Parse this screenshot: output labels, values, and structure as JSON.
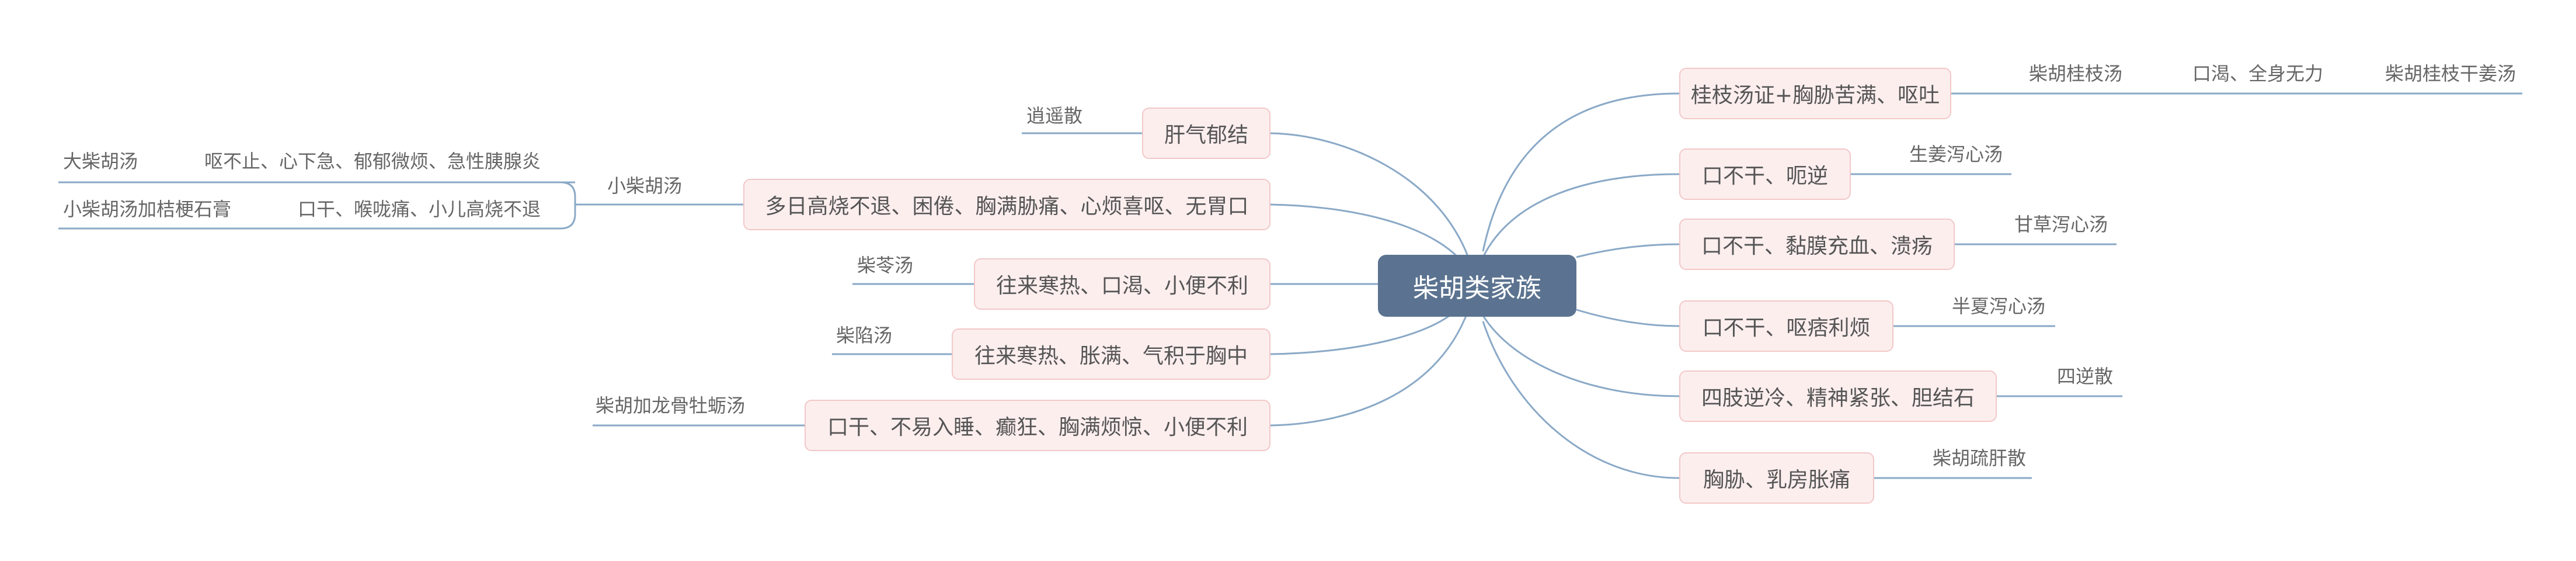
{
  "root": {
    "label": "柴胡类家族"
  },
  "left": {
    "liver_qi": {
      "label": "肝气郁结",
      "formula": "逍遥散"
    },
    "fever": {
      "label": "多日高烧不退、困倦、胸满胁痛、心烦喜呕、无胃口",
      "formula": "小柴胡汤",
      "children": [
        {
          "formula": "大柴胡汤",
          "symptom": "呕不止、心下急、郁郁微烦、急性胰腺炎"
        },
        {
          "formula": "小柴胡汤加桔梗石膏",
          "symptom": "口干、喉咙痛、小儿高烧不退"
        }
      ]
    },
    "chaling": {
      "label": "往来寒热、口渴、小便不利",
      "formula": "柴苓汤"
    },
    "chaixian": {
      "label": "往来寒热、胀满、气积于胸中",
      "formula": "柴陷汤"
    },
    "longgu": {
      "label": "口干、不易入睡、癫狂、胸满烦惊、小便不利",
      "formula": "柴胡加龙骨牡蛎汤"
    }
  },
  "right": {
    "guizhi": {
      "label": "桂枝汤证+胸胁苦满、呕吐",
      "formula": "柴胡桂枝汤",
      "symptom": "口渴、全身无力",
      "formula2": "柴胡桂枝干姜汤"
    },
    "shengjiang": {
      "label": "口不干、呃逆",
      "formula": "生姜泻心汤"
    },
    "gancao": {
      "label": "口不干、黏膜充血、溃疡",
      "formula": "甘草泻心汤"
    },
    "banxia": {
      "label": "口不干、呕痞利烦",
      "formula": "半夏泻心汤"
    },
    "sini": {
      "label": "四肢逆冷、精神紧张、胆结石",
      "formula": "四逆散"
    },
    "shugan": {
      "label": "胸胁、乳房胀痛",
      "formula": "柴胡疏肝散"
    }
  },
  "colors": {
    "link": "#8aa9c7",
    "root": "#5b7390",
    "node_fill": "#fdeeee",
    "node_border": "#f2c8c8"
  }
}
